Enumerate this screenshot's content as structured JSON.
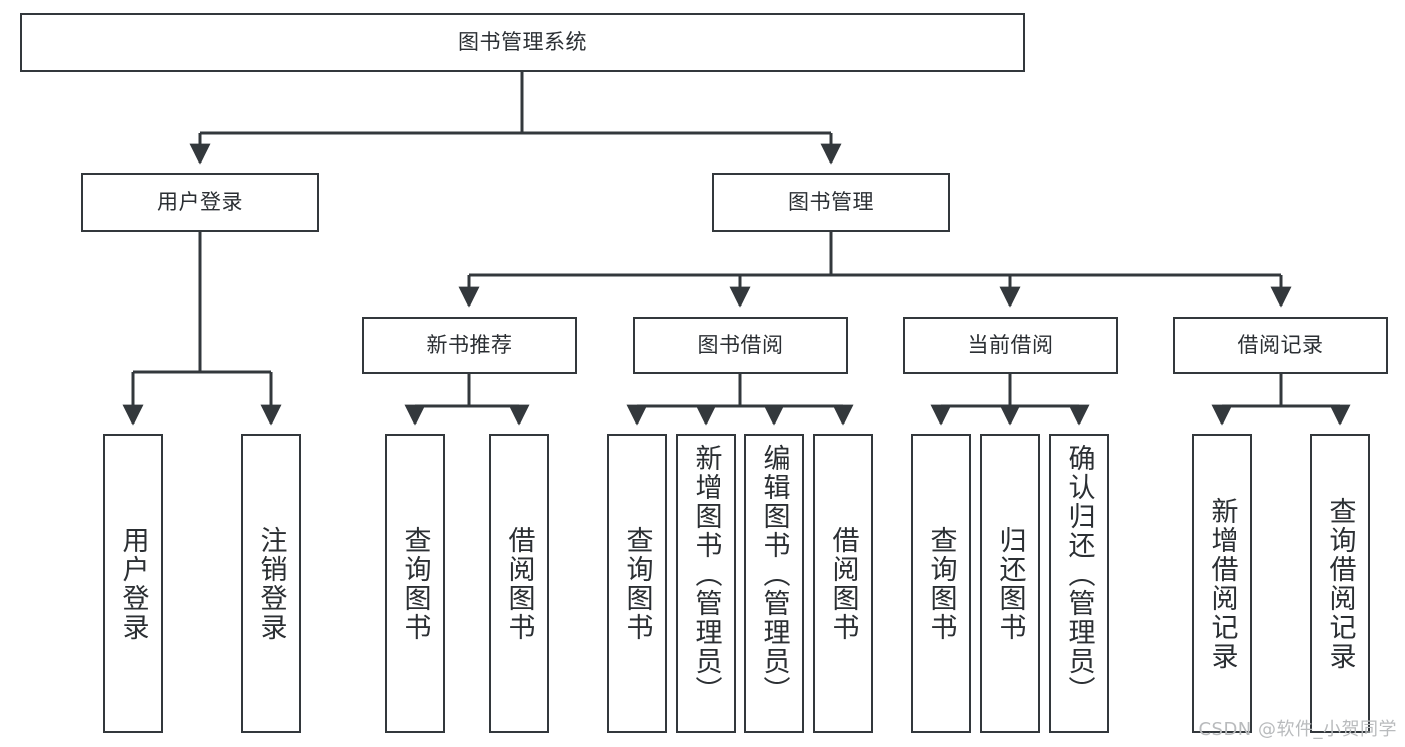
{
  "diagram": {
    "type": "tree",
    "title": "图书管理系统",
    "watermark": "CSDN @软件_小贺同学",
    "colors": {
      "stroke": "#33383c",
      "fill": "#ffffff",
      "text": "#2b2f33",
      "watermark": "#b9bbbd"
    },
    "levels": {
      "root": "图书管理系统",
      "level1": [
        "用户登录",
        "图书管理"
      ],
      "level2": [
        "新书推荐",
        "图书借阅",
        "当前借阅",
        "借阅记录"
      ]
    },
    "nodes": [
      {
        "id": "root",
        "label": "图书管理系统",
        "level": 0,
        "parent": null
      },
      {
        "id": "l1a",
        "label": "用户登录",
        "level": 1,
        "parent": "root"
      },
      {
        "id": "l1b",
        "label": "图书管理",
        "level": 1,
        "parent": "root"
      },
      {
        "id": "l2a",
        "label": "新书推荐",
        "level": 2,
        "parent": "l1b"
      },
      {
        "id": "l2b",
        "label": "图书借阅",
        "level": 2,
        "parent": "l1b"
      },
      {
        "id": "l2c",
        "label": "当前借阅",
        "level": 2,
        "parent": "l1b"
      },
      {
        "id": "l2d",
        "label": "借阅记录",
        "level": 2,
        "parent": "l1b"
      },
      {
        "id": "lf1",
        "label": "用户登录",
        "level": 3,
        "parent": "l1a"
      },
      {
        "id": "lf2",
        "label": "注销登录",
        "level": 3,
        "parent": "l1a"
      },
      {
        "id": "lf3",
        "label": "查询图书",
        "level": 3,
        "parent": "l2a"
      },
      {
        "id": "lf4",
        "label": "借阅图书",
        "level": 3,
        "parent": "l2a"
      },
      {
        "id": "lf5",
        "label": "查询图书",
        "level": 3,
        "parent": "l2b"
      },
      {
        "id": "lf6",
        "label": "新增图书（管理员）",
        "level": 3,
        "parent": "l2b"
      },
      {
        "id": "lf7",
        "label": "编辑图书（管理员）",
        "level": 3,
        "parent": "l2b"
      },
      {
        "id": "lf8",
        "label": "借阅图书",
        "level": 3,
        "parent": "l2b"
      },
      {
        "id": "lf9",
        "label": "查询图书",
        "level": 3,
        "parent": "l2c"
      },
      {
        "id": "lf10",
        "label": "归还图书",
        "level": 3,
        "parent": "l2c"
      },
      {
        "id": "lf11",
        "label": "确认归还（管理员）",
        "level": 3,
        "parent": "l2c"
      },
      {
        "id": "lf12",
        "label": "新增借阅记录",
        "level": 3,
        "parent": "l2d"
      },
      {
        "id": "lf13",
        "label": "查询借阅记录",
        "level": 3,
        "parent": "l2d"
      }
    ]
  }
}
